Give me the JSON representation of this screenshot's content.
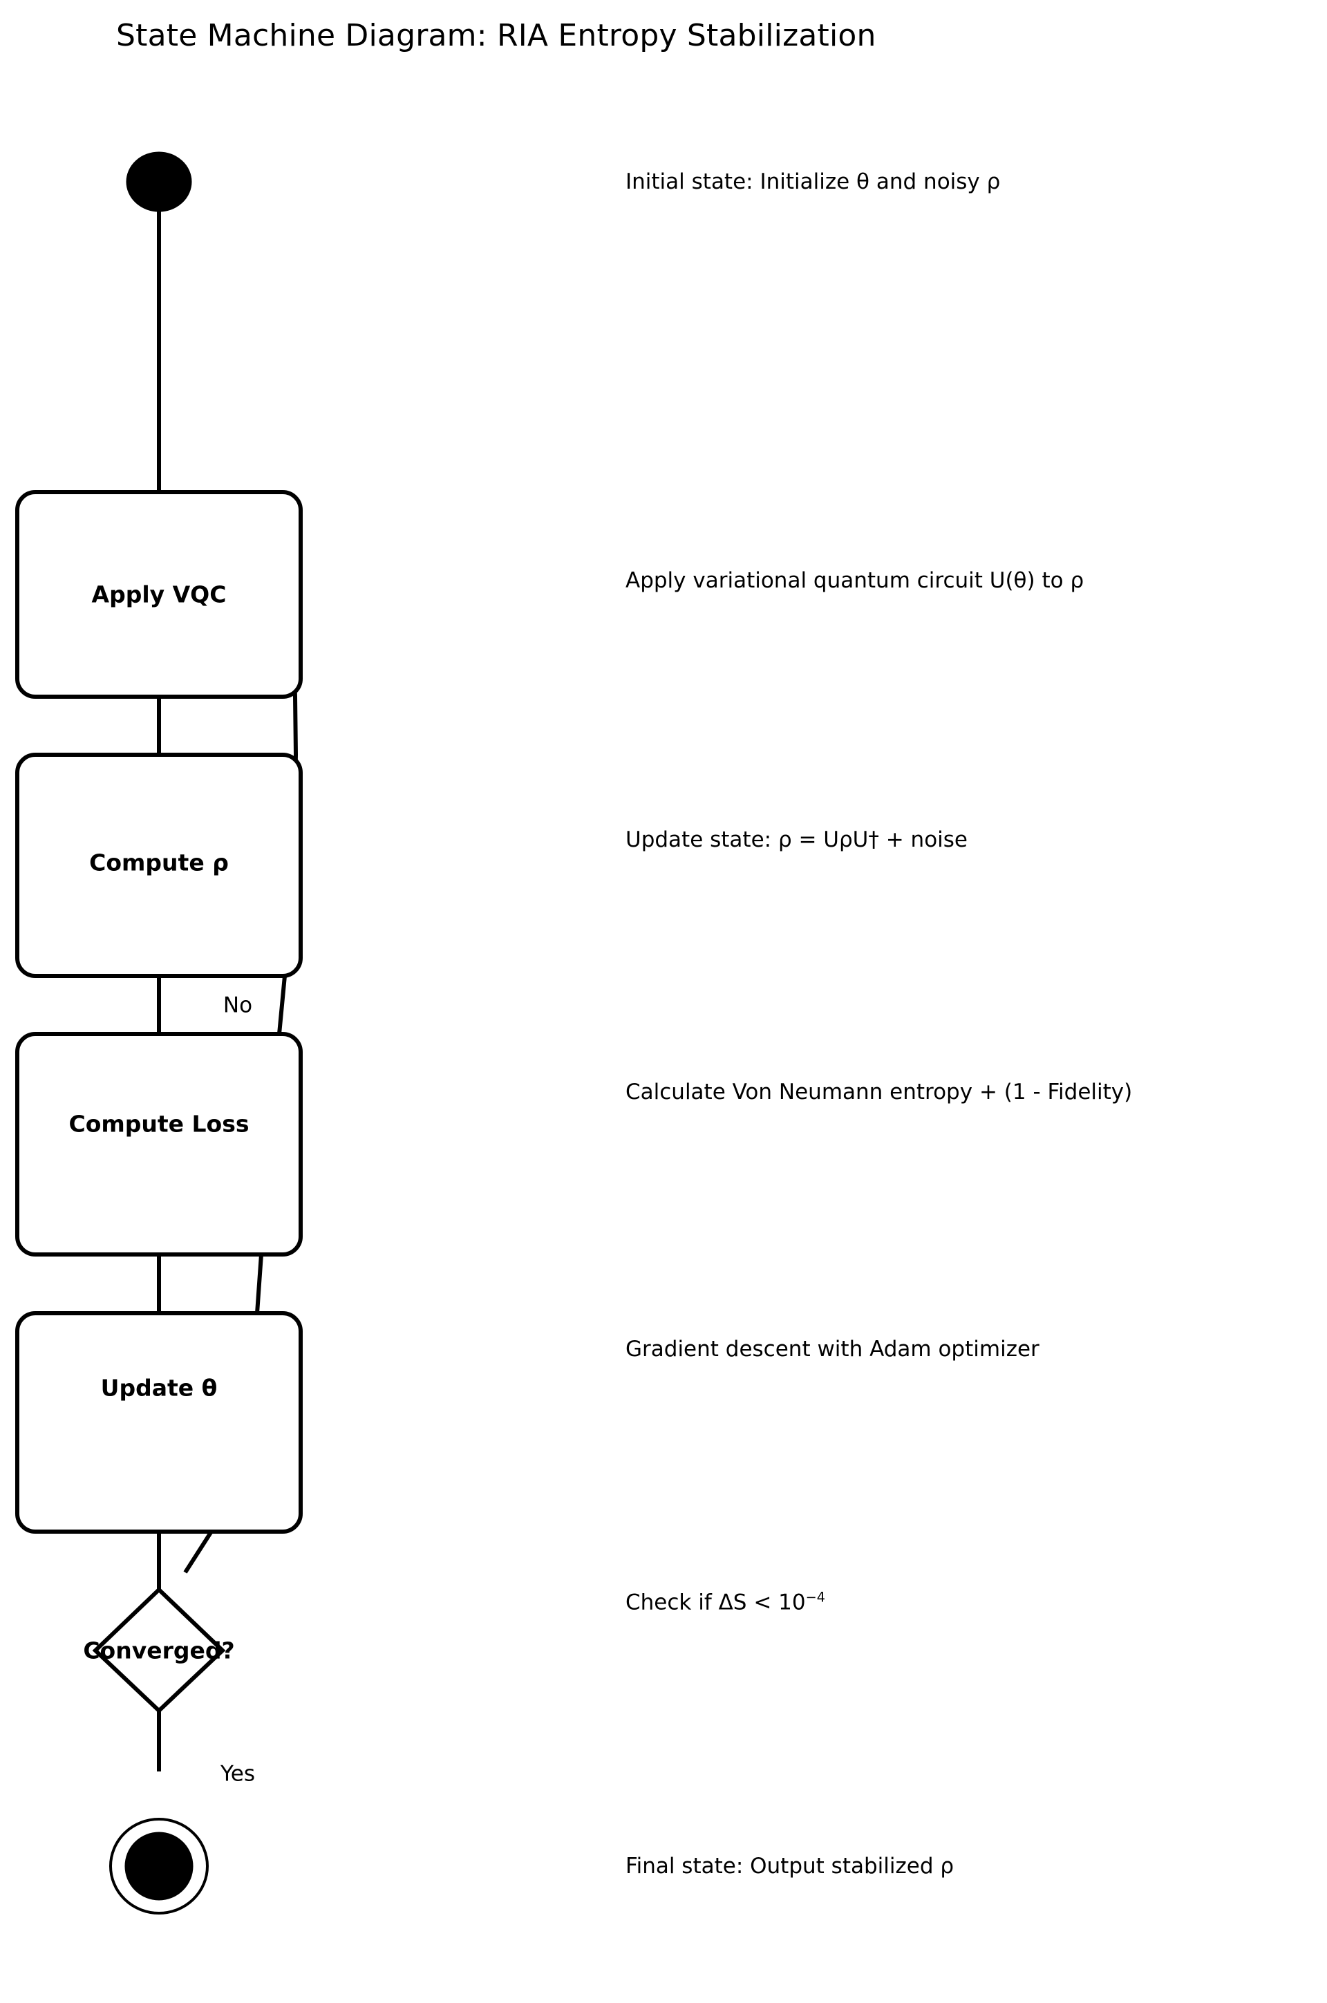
{
  "title": "State Machine Diagram: RIA Entropy Stabilization",
  "colors": {
    "background": "#ffffff",
    "stroke": "#000000",
    "fill": "#ffffff",
    "state_fill": "#000000"
  },
  "nodes": [
    {
      "id": "start",
      "type": "initial-state",
      "label": "",
      "annotation": "Initial state: Initialize θ and noisy ρ"
    },
    {
      "id": "apply_vqc",
      "type": "state-box",
      "label": "Apply VQC",
      "annotation": "Apply variational quantum circuit U(θ) to ρ"
    },
    {
      "id": "compute_rho",
      "type": "state-box",
      "label": "Compute ρ",
      "annotation": "Update state: ρ = UρU† + noise"
    },
    {
      "id": "compute_loss",
      "type": "state-box",
      "label": "Compute Loss",
      "annotation": "Calculate Von Neumann entropy + (1 - Fidelity)"
    },
    {
      "id": "update_theta",
      "type": "state-box",
      "label": "Update θ",
      "annotation": "Gradient descent with Adam optimizer"
    },
    {
      "id": "converged",
      "type": "decision",
      "label": "Converged?",
      "annotation_prefix": "Check if ΔS < 10",
      "annotation_sup": "−4"
    },
    {
      "id": "final",
      "type": "final-state",
      "label": "",
      "annotation": "Final state: Output stabilized ρ"
    }
  ],
  "edges": [
    {
      "from": "start",
      "to": "apply_vqc",
      "label": ""
    },
    {
      "from": "apply_vqc",
      "to": "compute_rho",
      "label": ""
    },
    {
      "from": "compute_rho",
      "to": "compute_loss",
      "label": ""
    },
    {
      "from": "compute_loss",
      "to": "update_theta",
      "label": ""
    },
    {
      "from": "update_theta",
      "to": "converged",
      "label": ""
    },
    {
      "from": "converged",
      "to": "apply_vqc",
      "label": "No"
    },
    {
      "from": "converged",
      "to": "final",
      "label": "Yes"
    }
  ],
  "edge_labels": {
    "no": "No",
    "yes": "Yes"
  }
}
